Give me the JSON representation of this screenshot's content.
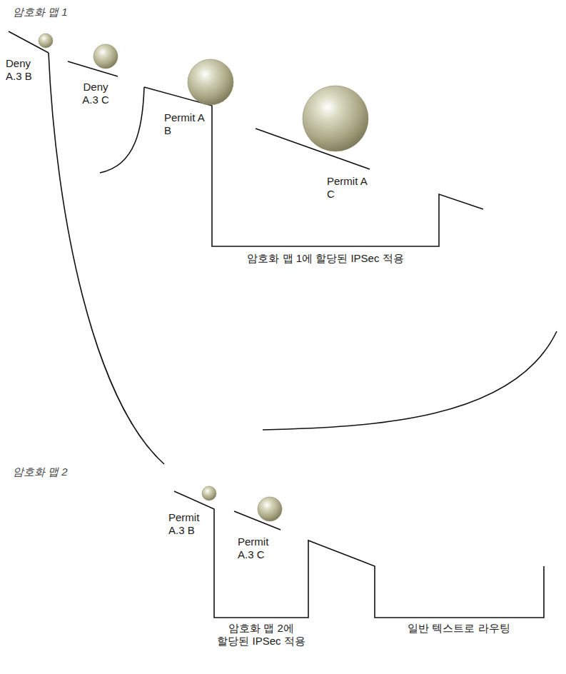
{
  "diagram": {
    "labels": [
      "암호화 맵 1",
      "Deny A.3 B",
      "Deny A.3 C",
      "Permit A B",
      "Permit A C",
      "암호화 맵 1에 할당된 IPSec 적용",
      "암호화 맵 2",
      "Permit A.3 B",
      "Permit A.3 C",
      "암호화 맵 2에 할당된 IPSec 적용",
      "일반 텍스트로 라우팅"
    ]
  }
}
